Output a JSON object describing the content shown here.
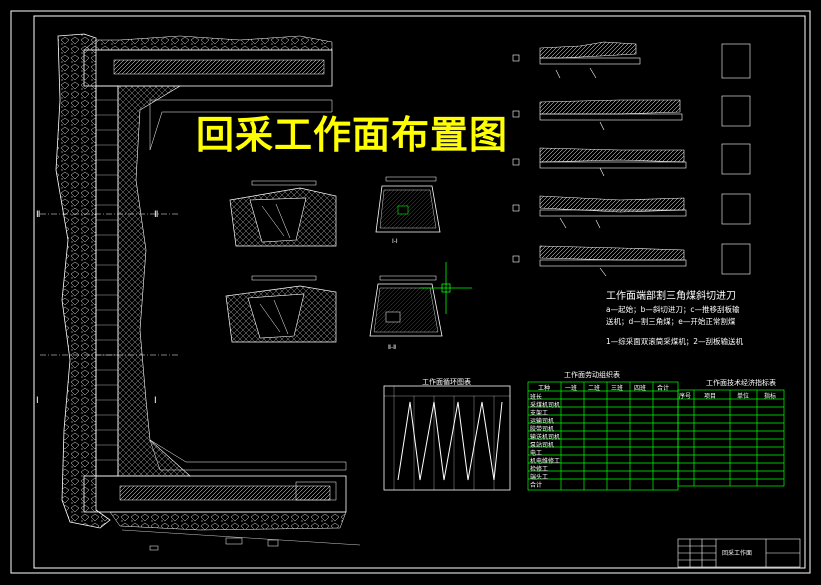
{
  "drawing": {
    "main_title": "回采工作面布置图",
    "section_markers": [
      "Ⅰ",
      "Ⅱ",
      "Ⅲ"
    ],
    "section_views": [
      "Ⅰ-Ⅰ",
      "Ⅱ-Ⅱ"
    ],
    "end_cut_title": "工作面端部割三角煤斜切进刀",
    "end_cut_legend": [
      "a—起始；b—斜切进刀；c—推移刮板输",
      "送机；d—割三角煤；e—开始正常割煤"
    ],
    "end_cut_note": "1—综采面双滚筒采煤机；2—刮板输送机",
    "cycle_chart_title": "工作面循环图表",
    "labor_table": {
      "title": "工作面劳动组织表",
      "headers": [
        "工种",
        "一班",
        "二班",
        "三班",
        "四班",
        "合计"
      ],
      "rows": [
        "班长",
        "采煤机司机",
        "支架工",
        "运输司机",
        "胶带司机",
        "输送机司机",
        "泵站司机",
        "电工",
        "机电维修工",
        "检修工",
        "端头工",
        "合计"
      ]
    },
    "tech_table": {
      "title": "工作面技术经济指标表",
      "headers": [
        "序号",
        "项目",
        "单位",
        "指标"
      ]
    },
    "title_block_name": "回采工作面"
  },
  "colors": {
    "background": "#000000",
    "linework": "#ffffff",
    "title": "#ffff00",
    "tables": "#00ff00",
    "cursor": "#00ff00"
  }
}
